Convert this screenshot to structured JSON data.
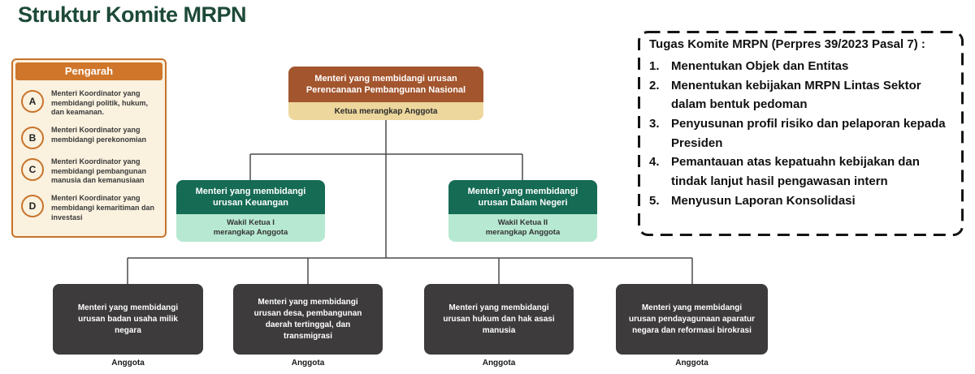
{
  "colors": {
    "title_green": "#1d4a38",
    "orange_accent": "#d0762a",
    "cream_fill": "#faf1df",
    "brown_header": "#a3552e",
    "tan_footer": "#edd79c",
    "dark_green_header": "#156b54",
    "light_green_footer": "#b7e9d2",
    "dark_gray_box": "#3d3b3c",
    "connector_line": "#4a4a4a"
  },
  "page": {
    "title": "Struktur Komite MRPN"
  },
  "pengarah": {
    "header": "Pengarah",
    "items": [
      {
        "letter": "A",
        "text": "Menteri Koordinator yang membidangi politik, hukum, dan keamanan."
      },
      {
        "letter": "B",
        "text": "Menteri Koordinator yang membidangi perekonomian"
      },
      {
        "letter": "C",
        "text": "Menteri Koordinator yang membidangi pembangunan manusia dan kemanusiaan"
      },
      {
        "letter": "D",
        "text": "Menteri Koordinator yang membidangi kemaritiman dan investasi"
      }
    ]
  },
  "org": {
    "ketua": {
      "title": "Menteri yang membidangi urusan Perencanaan Pembangunan Nasional",
      "role": "Ketua merangkap Anggota"
    },
    "wakil": [
      {
        "title": "Menteri yang membidangi urusan Keuangan",
        "role": "Wakil Ketua I merangkap Anggota"
      },
      {
        "title": "Menteri yang membidangi urusan Dalam Negeri",
        "role": "Wakil Ketua II merangkap Anggota"
      }
    ],
    "anggota": [
      {
        "title": "Menteri yang membidangi urusan badan usaha milik negara",
        "role": "Anggota"
      },
      {
        "title": "Menteri yang membidangi urusan desa, pembangunan daerah tertinggal, dan transmigrasi",
        "role": "Anggota"
      },
      {
        "title": "Menteri yang membidangi urusan hukum dan hak asasi manusia",
        "role": "Anggota"
      },
      {
        "title": "Menteri yang membidangi urusan pendayagunaan aparatur negara dan reformasi birokrasi",
        "role": "Anggota"
      }
    ]
  },
  "tugas": {
    "header": "Tugas Komite MRPN (Perpres 39/2023 Pasal 7) :",
    "items": [
      {
        "num": "1.",
        "text": "Menentukan Objek dan Entitas"
      },
      {
        "num": "2.",
        "text": "Menentukan kebijakan MRPN Lintas Sektor dalam bentuk pedoman"
      },
      {
        "num": "3.",
        "text": "Penyusunan profil risiko dan pelaporan kepada Presiden"
      },
      {
        "num": "4.",
        "text": "Pemantauan atas kepatuahn kebijakan dan tindak lanjut hasil pengawasan intern"
      },
      {
        "num": "5.",
        "text": "Menyusun Laporan Konsolidasi"
      }
    ]
  }
}
